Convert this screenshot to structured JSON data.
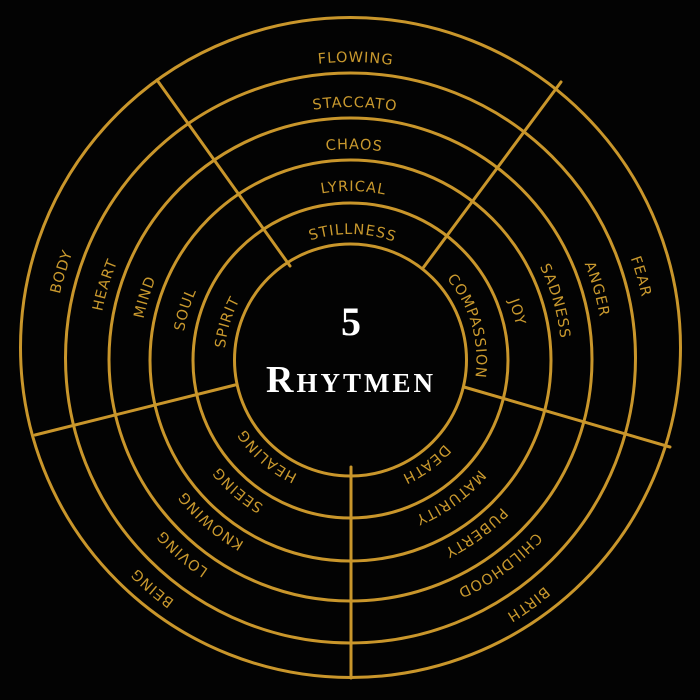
{
  "title": {
    "number": "5",
    "word": "Rhytmen"
  },
  "colors": {
    "background": "#030303",
    "line": "#C9962B",
    "label": "#C9992E",
    "title": "#FFFFFF"
  },
  "sectors": {
    "rhythms": {
      "name": "top",
      "labels_inner_to_outer": [
        "STILLNESS",
        "LYRICAL",
        "CHAOS",
        "STACCATO",
        "FLOWING"
      ]
    },
    "aspects": {
      "name": "left",
      "labels_inner_to_outer": [
        "SPIRIT",
        "SOUL",
        "MIND",
        "HEART",
        "BODY"
      ]
    },
    "emotions": {
      "name": "right",
      "labels_inner_to_outer": [
        "COMPASSION",
        "JOY",
        "SADNESS",
        "ANGER",
        "FEAR"
      ]
    },
    "ways": {
      "name": "bottom-left",
      "labels_inner_to_outer": [
        "HEALING",
        "SEEING",
        "KNOWING",
        "LOVING",
        "BEING"
      ]
    },
    "life_stages": {
      "name": "bottom-right",
      "labels_inner_to_outer": [
        "DEATH",
        "MATURITY",
        "PUBERTY",
        "CHILDHOOD",
        "BIRTH"
      ]
    }
  }
}
